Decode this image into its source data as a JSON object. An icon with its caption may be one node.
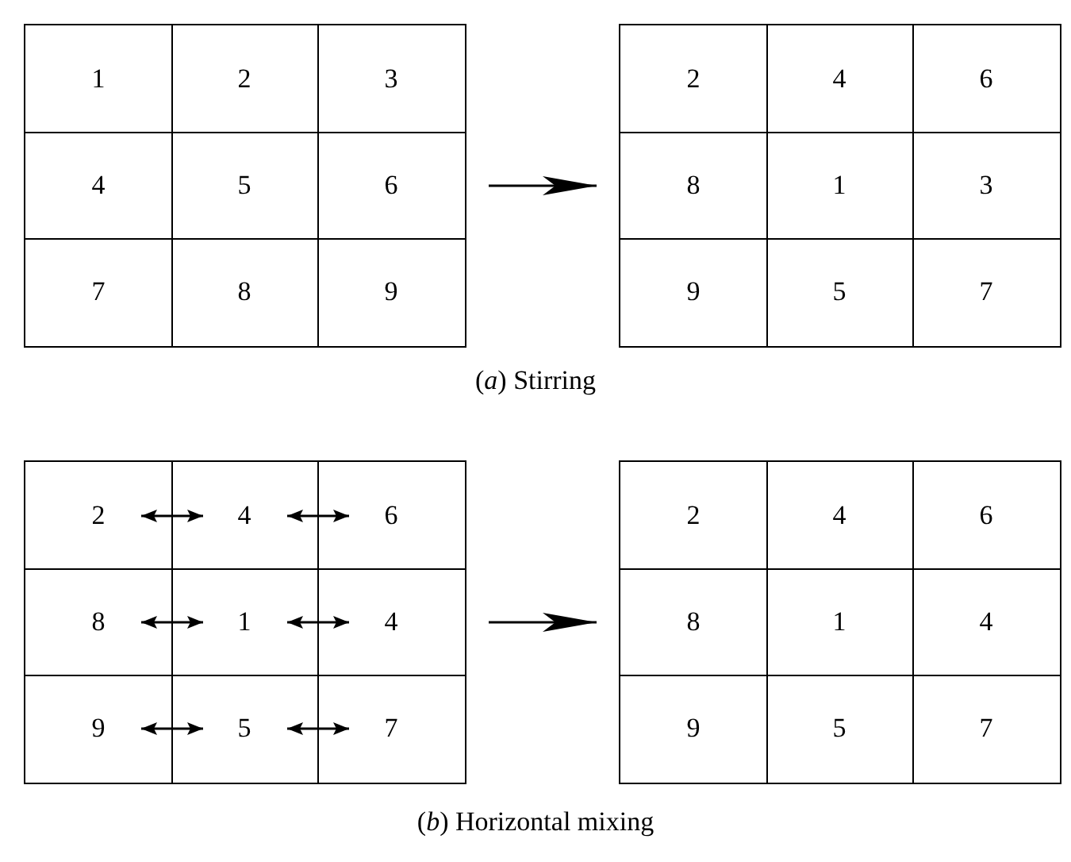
{
  "diagram": {
    "nodes": [
      {
        "text": [],
        "shape": "box"
      },
      {
        "text": [
          "1"
        ],
        "in": 0
      },
      {
        "text": [
          "2"
        ],
        "in": 0
      },
      {
        "text": [
          "3"
        ],
        "in": 0
      },
      {
        "text": [
          "4"
        ],
        "in": 0
      },
      {
        "text": [
          "5"
        ],
        "in": 0
      },
      {
        "text": [
          "6"
        ],
        "in": 0
      },
      {
        "text": [
          "7"
        ],
        "in": 0
      },
      {
        "text": [
          "8"
        ],
        "in": 0
      },
      {
        "text": [
          "9"
        ],
        "in": 0
      },
      {
        "text": [],
        "shape": "box"
      },
      {
        "text": [
          "2"
        ],
        "in": 10
      },
      {
        "text": [
          "4"
        ],
        "in": 10
      },
      {
        "text": [
          "6"
        ],
        "in": 10
      },
      {
        "text": [
          "8"
        ],
        "in": 10
      },
      {
        "text": [
          "1"
        ],
        "in": 10
      },
      {
        "text": [
          "3"
        ],
        "in": 10
      },
      {
        "text": [
          "9"
        ],
        "in": 10
      },
      {
        "text": [
          "5"
        ],
        "in": 10
      },
      {
        "text": [
          "7"
        ],
        "in": 10
      },
      {
        "text": [],
        "shape": "box"
      },
      {
        "text": [
          "2"
        ],
        "in": 20
      },
      {
        "text": [
          "4"
        ],
        "in": 20
      },
      {
        "text": [
          "6"
        ],
        "in": 20
      },
      {
        "text": [
          "8"
        ],
        "in": 20
      },
      {
        "text": [
          "1"
        ],
        "in": 20
      },
      {
        "text": [
          "4"
        ],
        "in": 20
      },
      {
        "text": [
          "9"
        ],
        "in": 20
      },
      {
        "text": [
          "5"
        ],
        "in": 20
      },
      {
        "text": [
          "7"
        ],
        "in": 20
      },
      {
        "text": [],
        "shape": "box"
      },
      {
        "text": [
          "2"
        ],
        "in": 30
      },
      {
        "text": [
          "4"
        ],
        "in": 30
      },
      {
        "text": [
          "6"
        ],
        "in": 30
      },
      {
        "text": [
          "8"
        ],
        "in": 30
      },
      {
        "text": [
          "1"
        ],
        "in": 30
      },
      {
        "text": [
          "4"
        ],
        "in": 30
      },
      {
        "text": [
          "9"
        ],
        "in": 30
      },
      {
        "text": [
          "5"
        ],
        "in": 30
      },
      {
        "text": [
          "7"
        ],
        "in": 30
      }
    ],
    "edges": [
      {
        "from": 0,
        "to": 10,
        "arrow": "to"
      },
      {
        "from": 21,
        "to": 22,
        "arrow": "both"
      },
      {
        "from": 22,
        "to": 23,
        "arrow": "both"
      },
      {
        "from": 24,
        "to": 25,
        "arrow": "both"
      },
      {
        "from": 25,
        "to": 26,
        "arrow": "both"
      },
      {
        "from": 27,
        "to": 28,
        "arrow": "both"
      },
      {
        "from": 28,
        "to": 29,
        "arrow": "both"
      },
      {
        "from": 20,
        "to": 30,
        "arrow": "to"
      }
    ],
    "labels": [
      "(*a*) Stirring",
      "(*b*) Horizontal mixing"
    ]
  }
}
